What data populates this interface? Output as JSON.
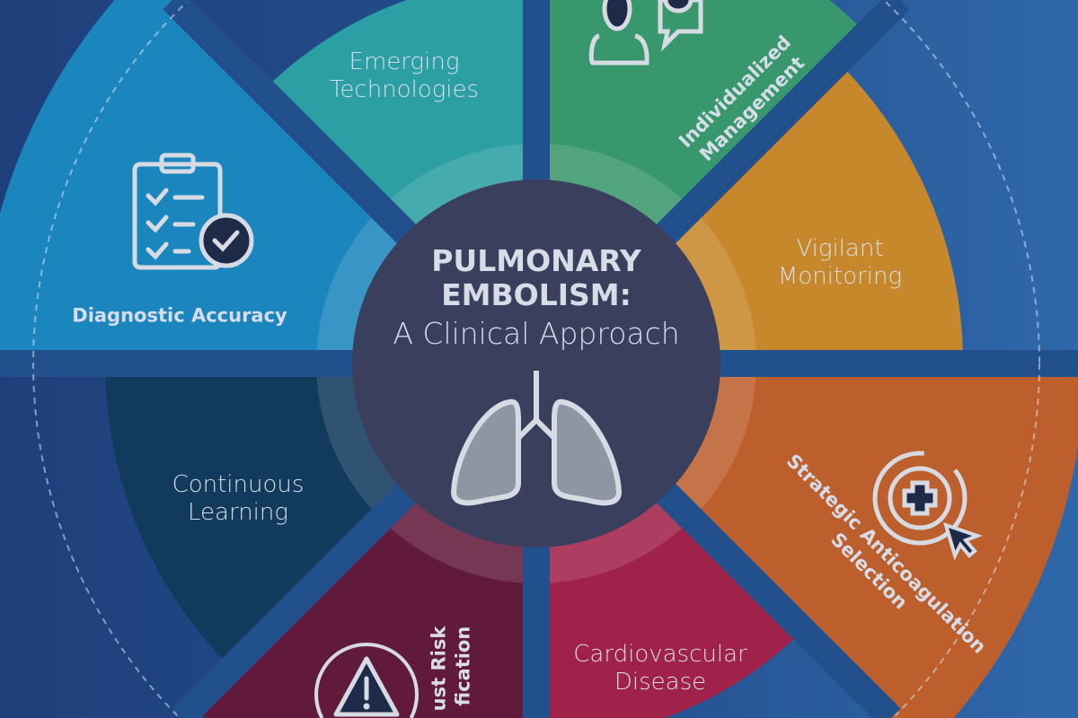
{
  "center": {
    "title_line1": "PULMONARY",
    "title_line2": "EMBOLISM:",
    "subtitle": "A Clinical Approach"
  },
  "segments": [
    {
      "id": "emerging",
      "line1": "Emerging",
      "line2": "Technologies",
      "color": "#2b9fa3"
    },
    {
      "id": "individualized",
      "line1": "Individualized",
      "line2": "Management",
      "color": "#39976d"
    },
    {
      "id": "vigilant",
      "line1": "Vigilant",
      "line2": "Monitoring",
      "color": "#c7882b"
    },
    {
      "id": "strategic",
      "line1": "Strategic Anticoagulation",
      "line2": "Selection",
      "color": "#bd5f2d"
    },
    {
      "id": "cardio",
      "line1": "Cardiovascular",
      "line2": "Disease",
      "color": "#a0224a"
    },
    {
      "id": "risk",
      "line1": "ust Risk",
      "line2": "fication",
      "color": "#611a3b"
    },
    {
      "id": "continuous",
      "line1": "Continuous",
      "line2": "Learning",
      "color": "#123a5c"
    },
    {
      "id": "diagnostic",
      "line1": "Diagnostic Accuracy",
      "color": "#1b86bd"
    }
  ],
  "colors": {
    "center": "#3a3f5d",
    "background": "#24508f"
  }
}
